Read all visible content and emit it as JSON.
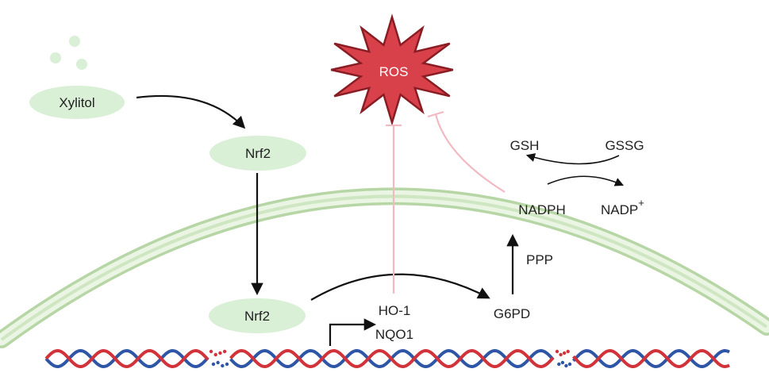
{
  "labels": {
    "ros": "ROS",
    "xylitol": "Xylitol",
    "nrf2_cytoplasm": "Nrf2",
    "nrf2_nucleus": "Nrf2",
    "ho1": "HO-1",
    "nqo1": "NQO1",
    "g6pd": "G6PD",
    "ppp": "PPP",
    "nadph": "NADPH",
    "nadp": "NADP",
    "nadp_charge": "+",
    "gsh": "GSH",
    "gssg": "GSSG"
  },
  "colors": {
    "node_fill": "#d9efd6",
    "ros_fill": "#d9414a",
    "ros_stroke": "#8a1d24",
    "membrane": "#cfe6c2",
    "membrane_edge": "#b7d6a6",
    "inhibition": "#f2b9c2",
    "arrow": "#111111",
    "dna_red": "#d2323a",
    "dna_blue": "#2f55a6"
  }
}
